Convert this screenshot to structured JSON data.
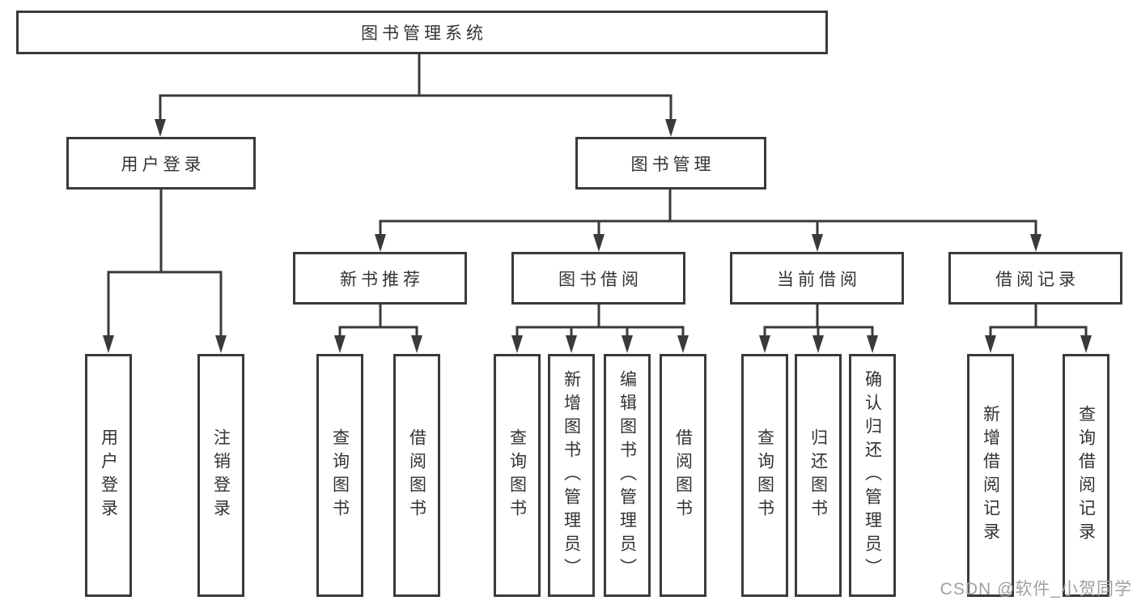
{
  "diagram_title": "图书管理系统",
  "tree": {
    "root": {
      "label": "图书管理系统",
      "children": [
        {
          "label": "用户登录",
          "children": [
            {
              "label": "用户登录"
            },
            {
              "label": "注销登录"
            }
          ]
        },
        {
          "label": "图书管理",
          "children": [
            {
              "label": "新书推荐",
              "children": [
                {
                  "label": "查询图书"
                },
                {
                  "label": "借阅图书"
                }
              ]
            },
            {
              "label": "图书借阅",
              "children": [
                {
                  "label": "查询图书"
                },
                {
                  "label": "新增图书（管理员）"
                },
                {
                  "label": "编辑图书（管理员）"
                },
                {
                  "label": "借阅图书"
                }
              ]
            },
            {
              "label": "当前借阅",
              "children": [
                {
                  "label": "查询图书"
                },
                {
                  "label": "归还图书"
                },
                {
                  "label": "确认归还（管理员）"
                }
              ]
            },
            {
              "label": "借阅记录",
              "children": [
                {
                  "label": "新增借阅记录"
                },
                {
                  "label": "查询借阅记录"
                }
              ]
            }
          ]
        }
      ]
    }
  },
  "watermark": {
    "text": "CSDN @软件_小贺同学"
  },
  "colors": {
    "line": "#3a3a3a",
    "box_border": "#3a3a3a",
    "text": "#333333",
    "watermark": "#a0a0a0",
    "background": "#ffffff"
  }
}
